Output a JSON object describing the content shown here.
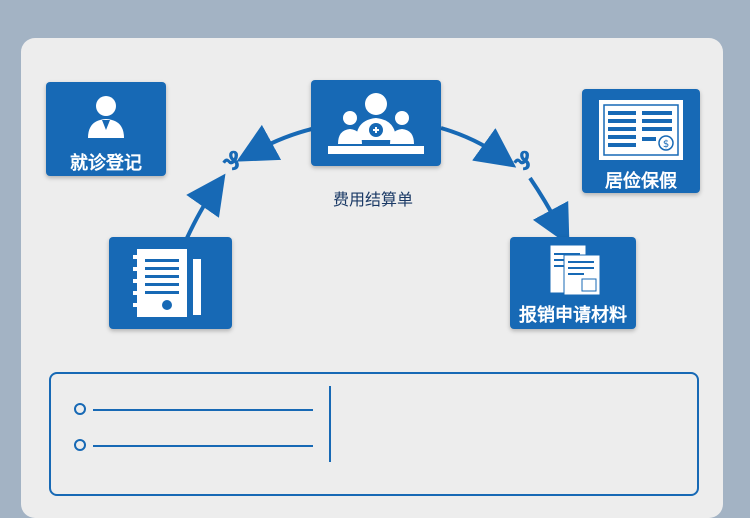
{
  "nodes": {
    "registration": {
      "label": "就诊登记",
      "icon": "doctor-icon"
    },
    "invoice": {
      "label": "费用结算单",
      "icon": "medical-team-icon"
    },
    "insurance": {
      "label": "居俭保假",
      "icon": "document-dollar-icon"
    },
    "materials": {
      "label": "报销申请材料",
      "icon": "forms-icon"
    },
    "records": {
      "label": "",
      "icon": "records-icon"
    }
  },
  "connector_glyphs": [
    "₰",
    "₰"
  ],
  "colors": {
    "primary": "#1769b5",
    "panel": "#ededed",
    "background": "#a3b3c4",
    "caption": "#1b3a66"
  }
}
